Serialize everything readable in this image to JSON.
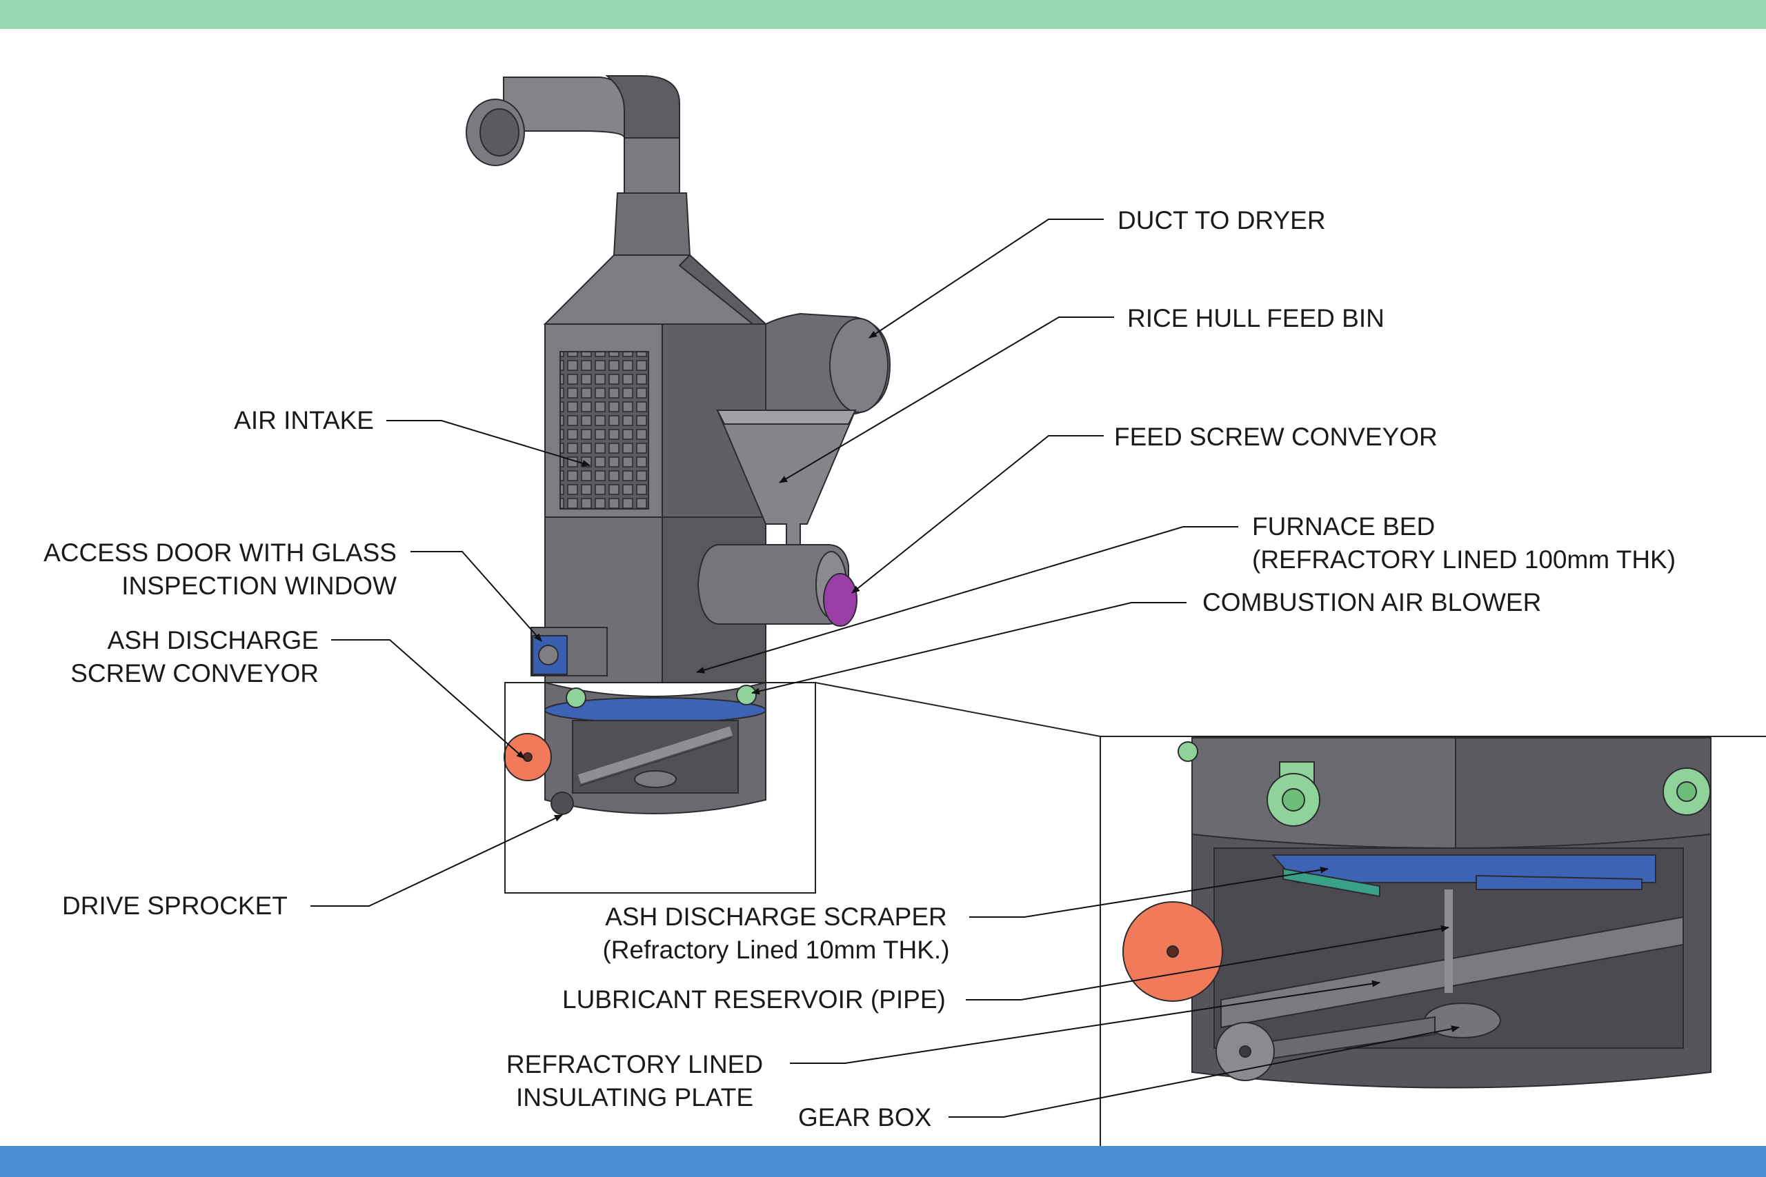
{
  "colors": {
    "top_band": "#98d8b0",
    "bottom_band": "#4a8fd0",
    "metal_light": "#8e8e94",
    "metal": "#6e6e74",
    "metal_dark": "#4e4e54",
    "blower": "#8fd39a",
    "sprocket": "#f07a5a",
    "feed_screw_cap": "#9a3fa6",
    "access_door": "#3a5fb0",
    "scraper": "#3d63b5"
  },
  "labels": {
    "duct_to_dryer": "DUCT TO DRYER",
    "rice_hull_feed_bin": "RICE HULL FEED BIN",
    "air_intake": "AIR INTAKE",
    "feed_screw_conveyor": "FEED SCREW CONVEYOR",
    "furnace_bed": {
      "line1": "FURNACE BED",
      "line2": "(REFRACTORY LINED 100mm THK)"
    },
    "access_door": {
      "line1": "ACCESS DOOR WITH GLASS",
      "line2": "INSPECTION WINDOW"
    },
    "combustion_air_blower": "COMBUSTION AIR BLOWER",
    "ash_discharge_screw_conveyor": {
      "line1": "ASH DISCHARGE",
      "line2": "SCREW CONVEYOR"
    },
    "drive_sprocket": "DRIVE SPROCKET",
    "ash_discharge_scraper": {
      "line1": "ASH DISCHARGE SCRAPER",
      "line2": "(Refractory Lined 10mm THK.)"
    },
    "lubricant_reservoir": "LUBRICANT RESERVOIR (PIPE)",
    "refractory_plate": {
      "line1": "REFRACTORY LINED",
      "line2": "INSULATING PLATE"
    },
    "gear_box": "GEAR BOX"
  }
}
